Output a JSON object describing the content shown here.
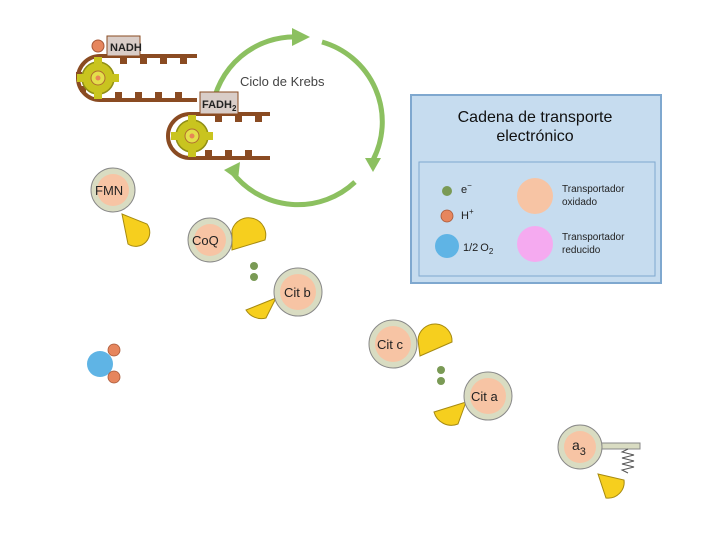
{
  "krebs": {
    "label": "Ciclo de Krebs"
  },
  "inputs": {
    "nadh": "NADH",
    "fadh_main": "FADH",
    "fadh_sub": "2"
  },
  "carriers": {
    "fmn": "FMN",
    "coq": "CoQ",
    "cit_b": "Cit b",
    "cit_c": "Cit c",
    "cit_a": "Cit a",
    "a3_main": "a",
    "a3_sub": "3"
  },
  "legend": {
    "title_line1": "Cadena de transporte",
    "title_line2": "electrónico",
    "electron": "e",
    "electron_sup": "−",
    "proton": "H",
    "proton_sup": "+",
    "oxygen_frac": "1/2",
    "oxygen": "O",
    "oxygen_sub": "2",
    "oxidized_line1": "Transportador",
    "oxidized_line2": "oxidado",
    "reduced_line1": "Transportador",
    "reduced_line2": "reducido"
  },
  "colors": {
    "oxidized": "#f7c4a4",
    "reduced": "#f5aaf0",
    "carrier_ring": "#d9dcc2",
    "yellow": "#f6cf1e",
    "electron": "#7a9a55",
    "proton": "#e6865e",
    "oxygen": "#5fb4e5",
    "arrow": "#8cc060",
    "belt": "#8a4b22",
    "legend_bg": "#c6dcef",
    "legend_border": "#2f6fb0"
  }
}
